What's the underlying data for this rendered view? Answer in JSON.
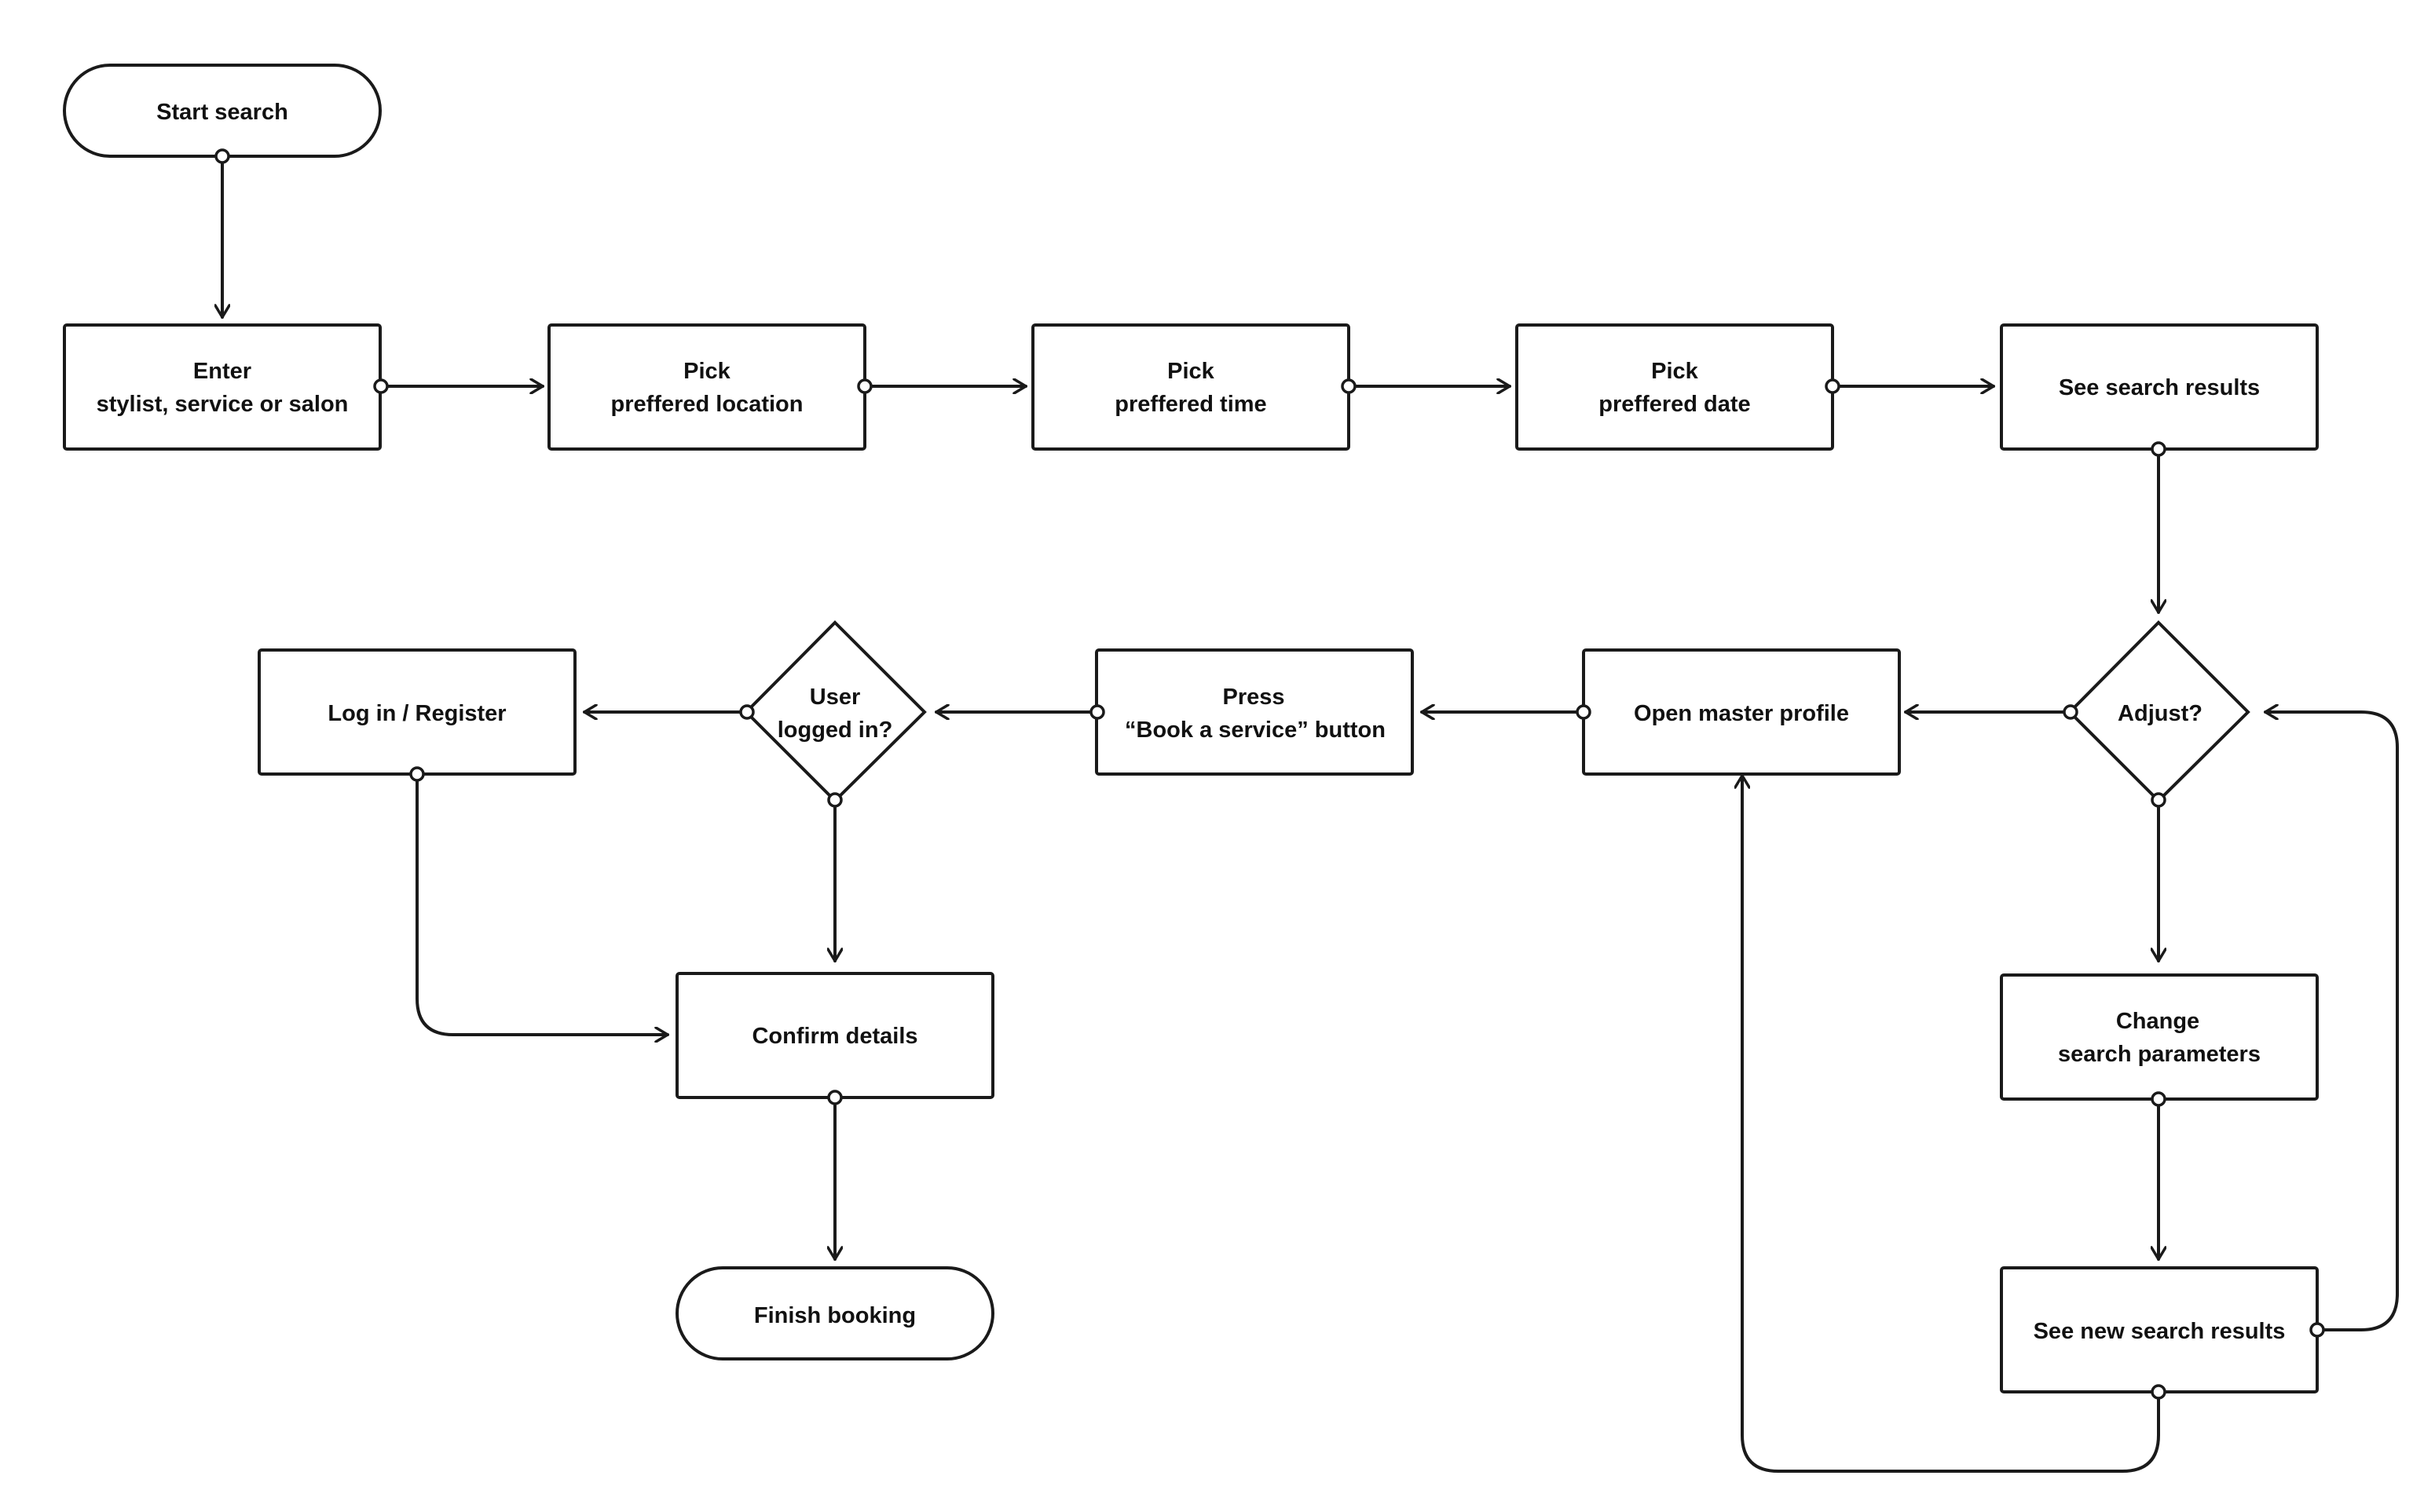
{
  "nodes": {
    "start": {
      "lines": [
        "Start search"
      ]
    },
    "enter": {
      "lines": [
        "Enter",
        "stylist, service or salon"
      ]
    },
    "location": {
      "lines": [
        "Pick",
        "preffered location"
      ]
    },
    "time": {
      "lines": [
        "Pick",
        "preffered time"
      ]
    },
    "date": {
      "lines": [
        "Pick",
        "preffered date"
      ]
    },
    "results": {
      "lines": [
        "See search results"
      ]
    },
    "adjust": {
      "lines": [
        "Adjust?"
      ]
    },
    "profile": {
      "lines": [
        "Open master profile"
      ]
    },
    "press": {
      "lines": [
        "Press",
        "“Book a service” button"
      ]
    },
    "logged": {
      "lines": [
        "User",
        "logged in?"
      ]
    },
    "login": {
      "lines": [
        "Log in / Register"
      ]
    },
    "confirm": {
      "lines": [
        "Confirm details"
      ]
    },
    "finish": {
      "lines": [
        "Finish booking"
      ]
    },
    "change": {
      "lines": [
        "Change",
        "search parameters"
      ]
    },
    "newresults": {
      "lines": [
        "See new search results"
      ]
    }
  },
  "edges": [
    {
      "from": "start",
      "to": "enter"
    },
    {
      "from": "enter",
      "to": "location"
    },
    {
      "from": "location",
      "to": "time"
    },
    {
      "from": "time",
      "to": "date"
    },
    {
      "from": "date",
      "to": "results"
    },
    {
      "from": "results",
      "to": "adjust"
    },
    {
      "from": "adjust",
      "to": "profile"
    },
    {
      "from": "adjust",
      "to": "change"
    },
    {
      "from": "profile",
      "to": "press"
    },
    {
      "from": "press",
      "to": "logged"
    },
    {
      "from": "logged",
      "to": "login"
    },
    {
      "from": "logged",
      "to": "confirm"
    },
    {
      "from": "login",
      "to": "confirm"
    },
    {
      "from": "confirm",
      "to": "finish"
    },
    {
      "from": "change",
      "to": "newresults"
    },
    {
      "from": "newresults",
      "to": "adjust"
    },
    {
      "from": "newresults",
      "to": "profile"
    }
  ]
}
